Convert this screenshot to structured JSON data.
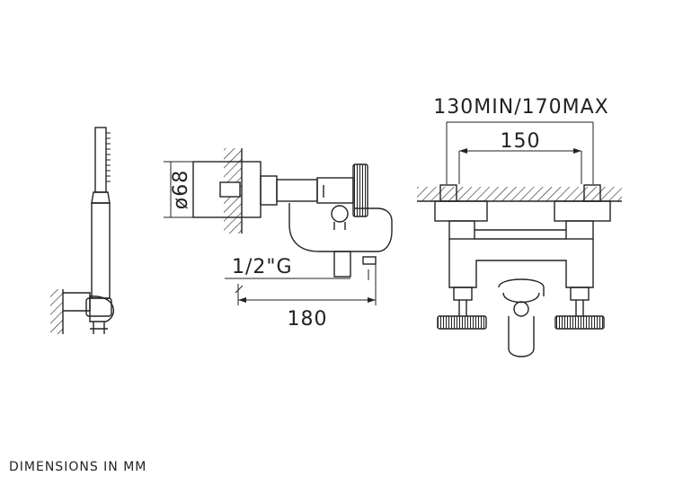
{
  "drawing": {
    "dimensions": {
      "pipe_diameter": "ø68",
      "thread": "1/2\"G",
      "projection": "180",
      "centers_range": "130MIN/170MAX",
      "centers_nominal": "150"
    },
    "caption": "DIMENSIONS IN MM",
    "line_color": "#222222"
  }
}
